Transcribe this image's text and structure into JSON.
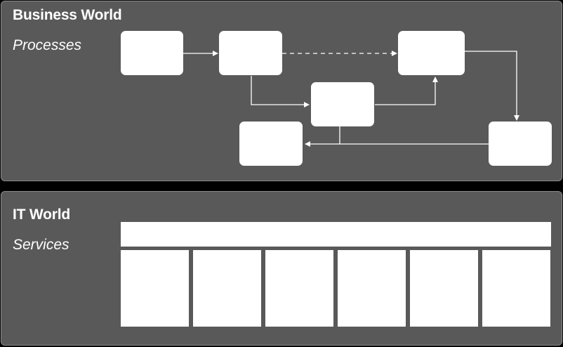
{
  "business": {
    "title": "Business World",
    "subtitle": "Processes"
  },
  "it": {
    "title": "IT World",
    "subtitle": "Services"
  },
  "colors": {
    "background": "#000000",
    "panel": "#595959",
    "panel_border": "#8a8a8a",
    "box": "#ffffff",
    "connector": "#ffffff"
  }
}
